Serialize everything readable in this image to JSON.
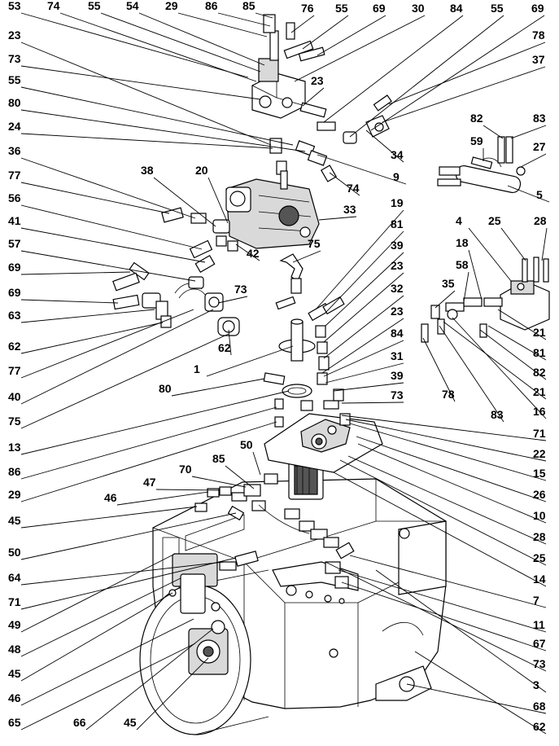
{
  "callouts": [
    {
      "id": "53",
      "text": "53"
    },
    {
      "id": "74a",
      "text": "74"
    },
    {
      "id": "55a",
      "text": "55"
    },
    {
      "id": "54",
      "text": "54"
    },
    {
      "id": "29a",
      "text": "29"
    },
    {
      "id": "86a",
      "text": "86"
    },
    {
      "id": "85a",
      "text": "85"
    },
    {
      "id": "76",
      "text": "76"
    },
    {
      "id": "55b",
      "text": "55"
    },
    {
      "id": "69a",
      "text": "69"
    },
    {
      "id": "30",
      "text": "30"
    },
    {
      "id": "84a",
      "text": "84"
    },
    {
      "id": "55c",
      "text": "55"
    },
    {
      "id": "69b",
      "text": "69"
    },
    {
      "id": "23a",
      "text": "23"
    },
    {
      "id": "78a",
      "text": "78"
    },
    {
      "id": "73a",
      "text": "73"
    },
    {
      "id": "37",
      "text": "37"
    },
    {
      "id": "55d",
      "text": "55"
    },
    {
      "id": "23b",
      "text": "23"
    },
    {
      "id": "80a",
      "text": "80"
    },
    {
      "id": "24",
      "text": "24"
    },
    {
      "id": "82a",
      "text": "82"
    },
    {
      "id": "83a",
      "text": "83"
    },
    {
      "id": "34",
      "text": "34"
    },
    {
      "id": "36",
      "text": "36"
    },
    {
      "id": "59",
      "text": "59"
    },
    {
      "id": "27",
      "text": "27"
    },
    {
      "id": "9",
      "text": "9"
    },
    {
      "id": "38",
      "text": "38"
    },
    {
      "id": "20",
      "text": "20"
    },
    {
      "id": "77a",
      "text": "77"
    },
    {
      "id": "74b",
      "text": "74"
    },
    {
      "id": "5",
      "text": "5"
    },
    {
      "id": "56",
      "text": "56"
    },
    {
      "id": "19",
      "text": "19"
    },
    {
      "id": "33",
      "text": "33"
    },
    {
      "id": "4",
      "text": "4"
    },
    {
      "id": "25a",
      "text": "25"
    },
    {
      "id": "28a",
      "text": "28"
    },
    {
      "id": "41",
      "text": "41"
    },
    {
      "id": "81a",
      "text": "81"
    },
    {
      "id": "18",
      "text": "18"
    },
    {
      "id": "75a",
      "text": "75"
    },
    {
      "id": "57",
      "text": "57"
    },
    {
      "id": "42",
      "text": "42"
    },
    {
      "id": "39a",
      "text": "39"
    },
    {
      "id": "58",
      "text": "58"
    },
    {
      "id": "69c",
      "text": "69"
    },
    {
      "id": "23c",
      "text": "23"
    },
    {
      "id": "73b",
      "text": "73"
    },
    {
      "id": "35",
      "text": "35"
    },
    {
      "id": "32",
      "text": "32"
    },
    {
      "id": "69d",
      "text": "69"
    },
    {
      "id": "63",
      "text": "63"
    },
    {
      "id": "23d",
      "text": "23"
    },
    {
      "id": "21a",
      "text": "21"
    },
    {
      "id": "84b",
      "text": "84"
    },
    {
      "id": "62a",
      "text": "62"
    },
    {
      "id": "81b",
      "text": "81"
    },
    {
      "id": "62b",
      "text": "62"
    },
    {
      "id": "31",
      "text": "31"
    },
    {
      "id": "1",
      "text": "1"
    },
    {
      "id": "82b",
      "text": "82"
    },
    {
      "id": "77b",
      "text": "77"
    },
    {
      "id": "39b",
      "text": "39"
    },
    {
      "id": "80b",
      "text": "80"
    },
    {
      "id": "21b",
      "text": "21"
    },
    {
      "id": "73c",
      "text": "73"
    },
    {
      "id": "40",
      "text": "40"
    },
    {
      "id": "78b",
      "text": "78"
    },
    {
      "id": "16",
      "text": "16"
    },
    {
      "id": "83b",
      "text": "83"
    },
    {
      "id": "75b",
      "text": "75"
    },
    {
      "id": "71a",
      "text": "71"
    },
    {
      "id": "13",
      "text": "13"
    },
    {
      "id": "22",
      "text": "22"
    },
    {
      "id": "50a",
      "text": "50"
    },
    {
      "id": "85b",
      "text": "85"
    },
    {
      "id": "86b",
      "text": "86"
    },
    {
      "id": "15",
      "text": "15"
    },
    {
      "id": "70",
      "text": "70"
    },
    {
      "id": "29b",
      "text": "29"
    },
    {
      "id": "47",
      "text": "47"
    },
    {
      "id": "26",
      "text": "26"
    },
    {
      "id": "46a",
      "text": "46"
    },
    {
      "id": "45a",
      "text": "45"
    },
    {
      "id": "10",
      "text": "10"
    },
    {
      "id": "28b",
      "text": "28"
    },
    {
      "id": "50b",
      "text": "50"
    },
    {
      "id": "25b",
      "text": "25"
    },
    {
      "id": "64",
      "text": "64"
    },
    {
      "id": "14",
      "text": "14"
    },
    {
      "id": "71b",
      "text": "71"
    },
    {
      "id": "7",
      "text": "7"
    },
    {
      "id": "49",
      "text": "49"
    },
    {
      "id": "11",
      "text": "11"
    },
    {
      "id": "48",
      "text": "48"
    },
    {
      "id": "67",
      "text": "67"
    },
    {
      "id": "45b",
      "text": "45"
    },
    {
      "id": "73d",
      "text": "73"
    },
    {
      "id": "46b",
      "text": "46"
    },
    {
      "id": "3",
      "text": "3"
    },
    {
      "id": "68",
      "text": "68"
    },
    {
      "id": "65",
      "text": "65"
    },
    {
      "id": "66",
      "text": "66"
    },
    {
      "id": "45c",
      "text": "45"
    },
    {
      "id": "62c",
      "text": "62"
    }
  ]
}
